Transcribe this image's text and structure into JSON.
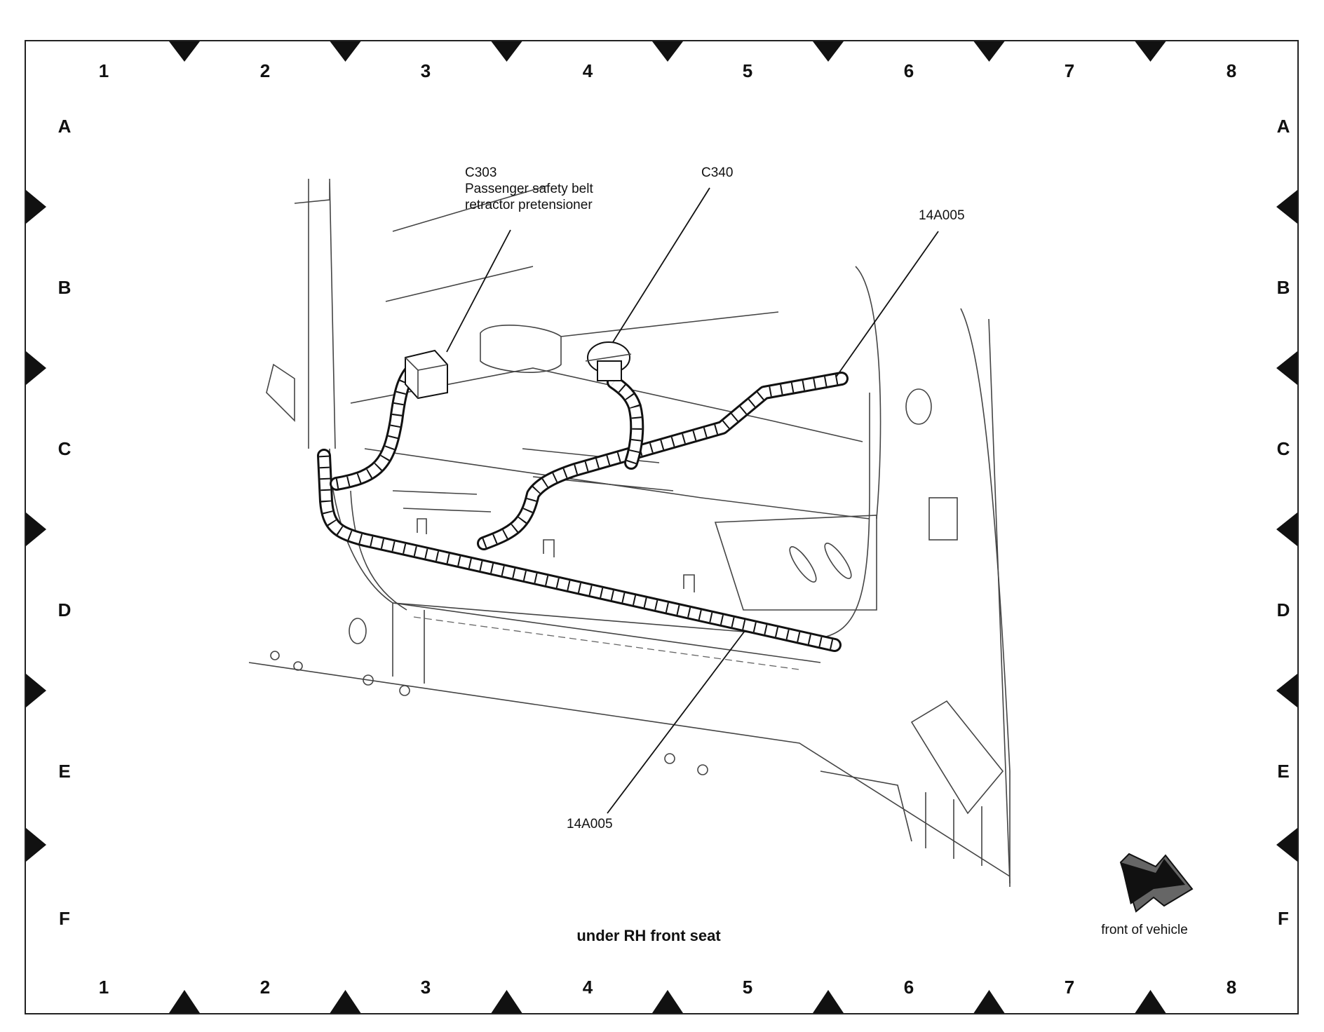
{
  "grid": {
    "columns": [
      "1",
      "2",
      "3",
      "4",
      "5",
      "6",
      "7",
      "8"
    ],
    "rows": [
      "A",
      "B",
      "C",
      "D",
      "E",
      "F"
    ]
  },
  "callouts": {
    "c303": {
      "id": "C303",
      "line1": "Passenger safety belt",
      "line2": "retractor pretensioner"
    },
    "c340": {
      "id": "C340"
    },
    "harness_upper": {
      "id": "14A005"
    },
    "harness_lower": {
      "id": "14A005"
    }
  },
  "caption": "under RH front seat",
  "orientation": {
    "label": "front of vehicle",
    "icon": "front-arrow-icon"
  }
}
